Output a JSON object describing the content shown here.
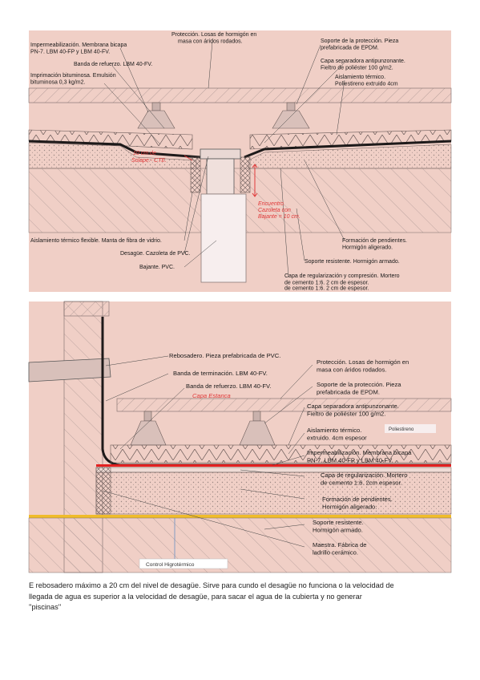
{
  "colors": {
    "background": "#f0cfc6",
    "hatch": "#9a8682",
    "membrane": "#1e1a1a",
    "red_layer": "#e32020",
    "yellow_layer": "#f0bc2a",
    "annotation_red": "#e03a3a",
    "white_box": "#f7eeee"
  },
  "top_diagram": {
    "labels": {
      "proteccion": [
        "Protección. Losas de hormigón en",
        "masa con áridos rodados."
      ],
      "impermeabilizacion": [
        "Impermeabilización. Membrana bicapa",
        "PN-7. LBM 40-FP y LBM 40-FV."
      ],
      "soporte_proteccion": [
        "Soporte de la protección. Pieza",
        "prefabricada de EPDM."
      ],
      "banda_refuerzo": "Banda de refuerzo. LBM 40-FV.",
      "imprimacion": [
        "Imprimación bituminosa. Emulsión",
        "bituminosa 0,3 kg/m2."
      ],
      "capa_separadora": [
        "Capa separadora antipunzonante.",
        "Fieltro de poliéster 100 g/m2."
      ],
      "aislamiento": [
        "Aislamiento térmico.",
        "Poliestireno extruido 4cm"
      ],
      "solape": [
        "10 cm de",
        "Solape.- CTE."
      ],
      "encuentro": [
        "Encuentro",
        "Cazoleta con",
        "Bajante = 10 cm."
      ],
      "aislamiento_flexible": "Aislamiento térmico flexible. Manta de fibra de vidrio.",
      "desague": "Desagüe. Cazoleta de PVC.",
      "bajante": "Bajante. PVC.",
      "formacion_pendientes": [
        "Formación de pendientes.",
        "Hormigón aligerado."
      ],
      "soporte_resistente": "Soporte resistente. Hormigón armado.",
      "capa_regularizacion": [
        "Capa de regularización y compresión. Mortero",
        "de cemento 1:6. 2 cm de espesor.",
        "de cemento 1:6. 2 cm de espesor."
      ]
    }
  },
  "bottom_diagram": {
    "labels": {
      "rebosadero": "Rebosadero. Pieza prefabricada de PVC.",
      "proteccion": [
        "Protección. Losas de hormigón en",
        "masa con áridos rodados."
      ],
      "banda_terminacion": "Banda de terminación. LBM 40-FV.",
      "soporte_proteccion": [
        "Soporte de la protección. Pieza",
        "prefabricada de EPDM."
      ],
      "banda_refuerzo": "Banda de refuerzo. LBM 40-FV.",
      "capa_estanca": "Capa Estanca",
      "capa_separadora": [
        "Capa separadora antipunzonante.",
        "Fieltro de poliéster 100 g/m2."
      ],
      "aislamiento": [
        "Aislamiento térmico.",
        "extruido. 4cm espesor"
      ],
      "poliestireno": "Poliestireno",
      "impermeabilizacion": [
        "Impermeabilización. Membrana bicapa",
        "PN-7. LBM 40-FP y LBM 40-FV."
      ],
      "capa_regularizacion": [
        "Capa de regularización. Mortero",
        "de cemento 1:6. 2cm espesor."
      ],
      "formacion_pendientes": [
        "Formación de pendientes.",
        "Hormigón aligerado."
      ],
      "soporte_resistente": [
        "Soporte resistente.",
        "Hormigón armado."
      ],
      "maestra": [
        "Maestra. Fábrica de",
        "ladrillo cerámico."
      ],
      "control_higrotermico": "Control Higrotérmico"
    }
  },
  "caption": {
    "lines": [
      "E rebosadero máximo a 20 cm del nivel de desagüe. Sirve para cundo el desagüe no funciona o la velocidad de",
      "llegada de agua es superior a la velocidad de desagüe, para sacar el agua de la cubierta y no generar",
      "''piscinas''"
    ]
  }
}
